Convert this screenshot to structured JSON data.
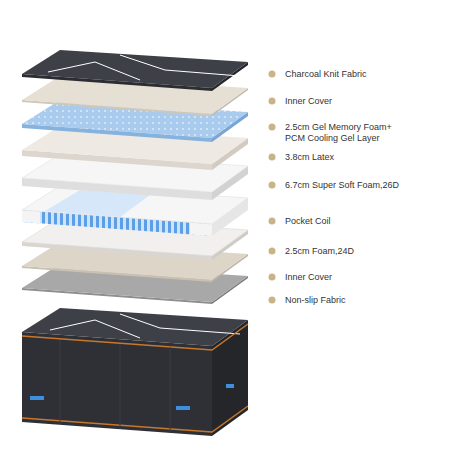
{
  "diagram": {
    "labels": [
      "Charcoal Knit Fabric",
      "Inner Cover",
      "2.5cm Gel Memory Foam+ PCM Cooling Gel Layer",
      "3.8cm Latex",
      "6.7cm Super Soft Foam,26D",
      "Pocket Coil",
      "2.5cm Foam,24D",
      "Inner Cover",
      "Non-slip Fabric"
    ]
  }
}
